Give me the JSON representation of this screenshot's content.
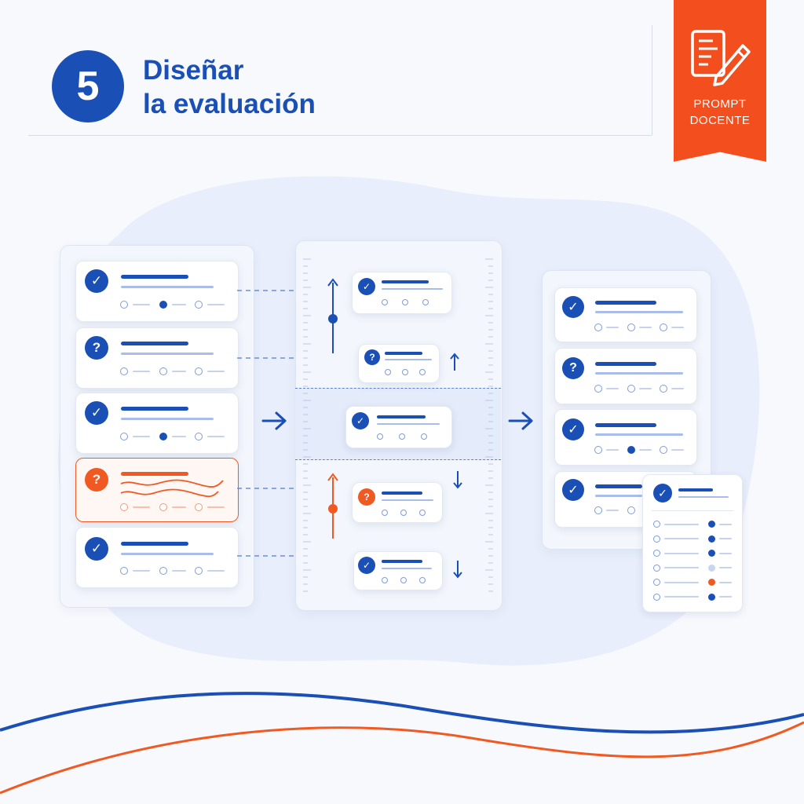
{
  "header": {
    "step_number": "5",
    "title_line1": "Diseñar",
    "title_line2": "la evaluación"
  },
  "badge": {
    "line1": "PROMPT",
    "line2": "DOCENTE",
    "icon": "document-pencil-icon"
  },
  "icons": {
    "check": "check-icon",
    "question": "question-icon",
    "arrow": "arrow-right-icon"
  },
  "colors": {
    "primary": "#1a4fb5",
    "accent": "#f05a22",
    "light": "#a9bde8",
    "background": "#f7f9fd"
  },
  "columns": {
    "input_items": [
      {
        "status": "check",
        "selected_option": 2,
        "flagged": false
      },
      {
        "status": "question",
        "selected_option": 0,
        "flagged": false
      },
      {
        "status": "check",
        "selected_option": 2,
        "flagged": false
      },
      {
        "status": "question",
        "selected_option": 0,
        "flagged": true
      },
      {
        "status": "check",
        "selected_option": 0,
        "flagged": false
      }
    ],
    "scale_items": [
      {
        "status": "check",
        "direction": "up"
      },
      {
        "status": "question",
        "direction": "up"
      },
      {
        "status": "check",
        "direction": "none"
      },
      {
        "status": "question",
        "direction": "down"
      },
      {
        "status": "check",
        "direction": "down"
      }
    ],
    "output_items": [
      {
        "status": "check",
        "selected_option": 0
      },
      {
        "status": "question",
        "selected_option": 0
      },
      {
        "status": "check",
        "selected_option": 2
      },
      {
        "status": "check",
        "selected_option": 0
      }
    ],
    "checklist_rows": [
      "filled",
      "filled",
      "filled",
      "empty",
      "orange",
      "filled"
    ]
  }
}
